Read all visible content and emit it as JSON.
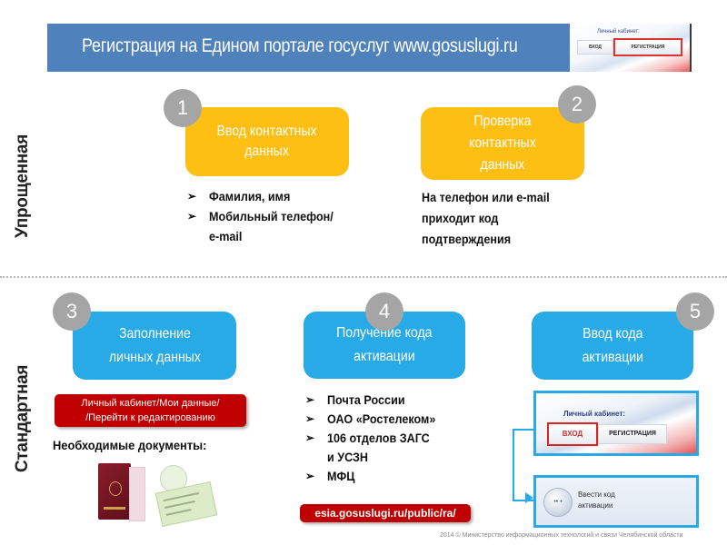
{
  "header": {
    "title": "Регистрация на Едином портале госуслуг www.gosuslugi.ru",
    "thumb": {
      "label": "Личный кабинет:",
      "login": "ВХОД",
      "register": "РЕГИСТРАЦИЯ"
    }
  },
  "sections": {
    "simplified": {
      "label": "Упрощенная",
      "steps": [
        {
          "number": "1",
          "title_lines": [
            "Ввод контактных",
            "данных"
          ],
          "bullets": [
            "Фамилия, имя",
            "Мобильный телефон/",
            "e-mail"
          ]
        },
        {
          "number": "2",
          "title_lines": [
            "Проверка",
            "контактных",
            "данных"
          ],
          "text_lines": [
            "На телефон или e-mail",
            "приходит код",
            "подтверждения"
          ]
        }
      ]
    },
    "standard": {
      "label": "Стандартная",
      "steps": [
        {
          "number": "3",
          "title_lines": [
            "Заполнение",
            "личных данных"
          ],
          "path_lines": [
            "Личный кабинет/Мои данные/",
            "/Перейти к редактированию"
          ],
          "documents_title": "Необходимые документы:",
          "documents": [
            "passport",
            "snils-card"
          ]
        },
        {
          "number": "4",
          "title_lines": [
            "Получение кода",
            "активации"
          ],
          "bullets": [
            "Почта России",
            "ОАО «Ростелеком»",
            "106 отделов ЗАГС",
            "и УСЗН",
            "МФЦ"
          ],
          "link": "esia.gosuslugi.ru/public/ra/"
        },
        {
          "number": "5",
          "title_lines": [
            "Ввод кода",
            "активации"
          ],
          "panel": {
            "label": "Личный кабинет:",
            "login": "ВХОД",
            "register": "РЕГИСТРАЦИЯ",
            "enter_code_lines": [
              "Ввести код",
              "активации"
            ],
            "circle_glyph": "•• •"
          }
        }
      ]
    }
  },
  "footer": "2014 © Министерство информационных технологий и связи Челябинской области",
  "colors": {
    "banner": "#4f81bd",
    "yellow": "#fdbf13",
    "blue": "#27aae6",
    "badge": "#a5a5a5",
    "red": "#c00000"
  },
  "icons": {
    "bullet": "➢"
  }
}
